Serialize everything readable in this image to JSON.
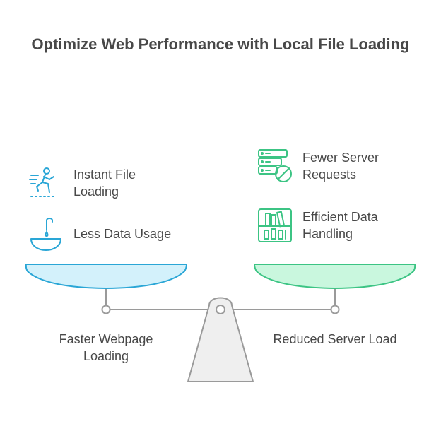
{
  "title": "Optimize Web Performance with Local File Loading",
  "left_side": {
    "label": "Faster Webpage Loading",
    "items": [
      {
        "label": "Instant File Loading",
        "icon": "running-person-icon"
      },
      {
        "label": "Less Data Usage",
        "icon": "bowl-faucet-icon"
      }
    ],
    "color": "#2aa6d6",
    "fill": "#d3f1fb"
  },
  "right_side": {
    "label": "Reduced Server Load",
    "items": [
      {
        "label": "Fewer Server Requests",
        "icon": "server-blocked-icon"
      },
      {
        "label": "Efficient Data Handling",
        "icon": "data-shelf-icon"
      }
    ],
    "color": "#3cc484",
    "fill": "#c9f7de"
  },
  "colors": {
    "text": "#484848",
    "beam": "#9a9a9a",
    "fulcrum": "#efefef"
  }
}
